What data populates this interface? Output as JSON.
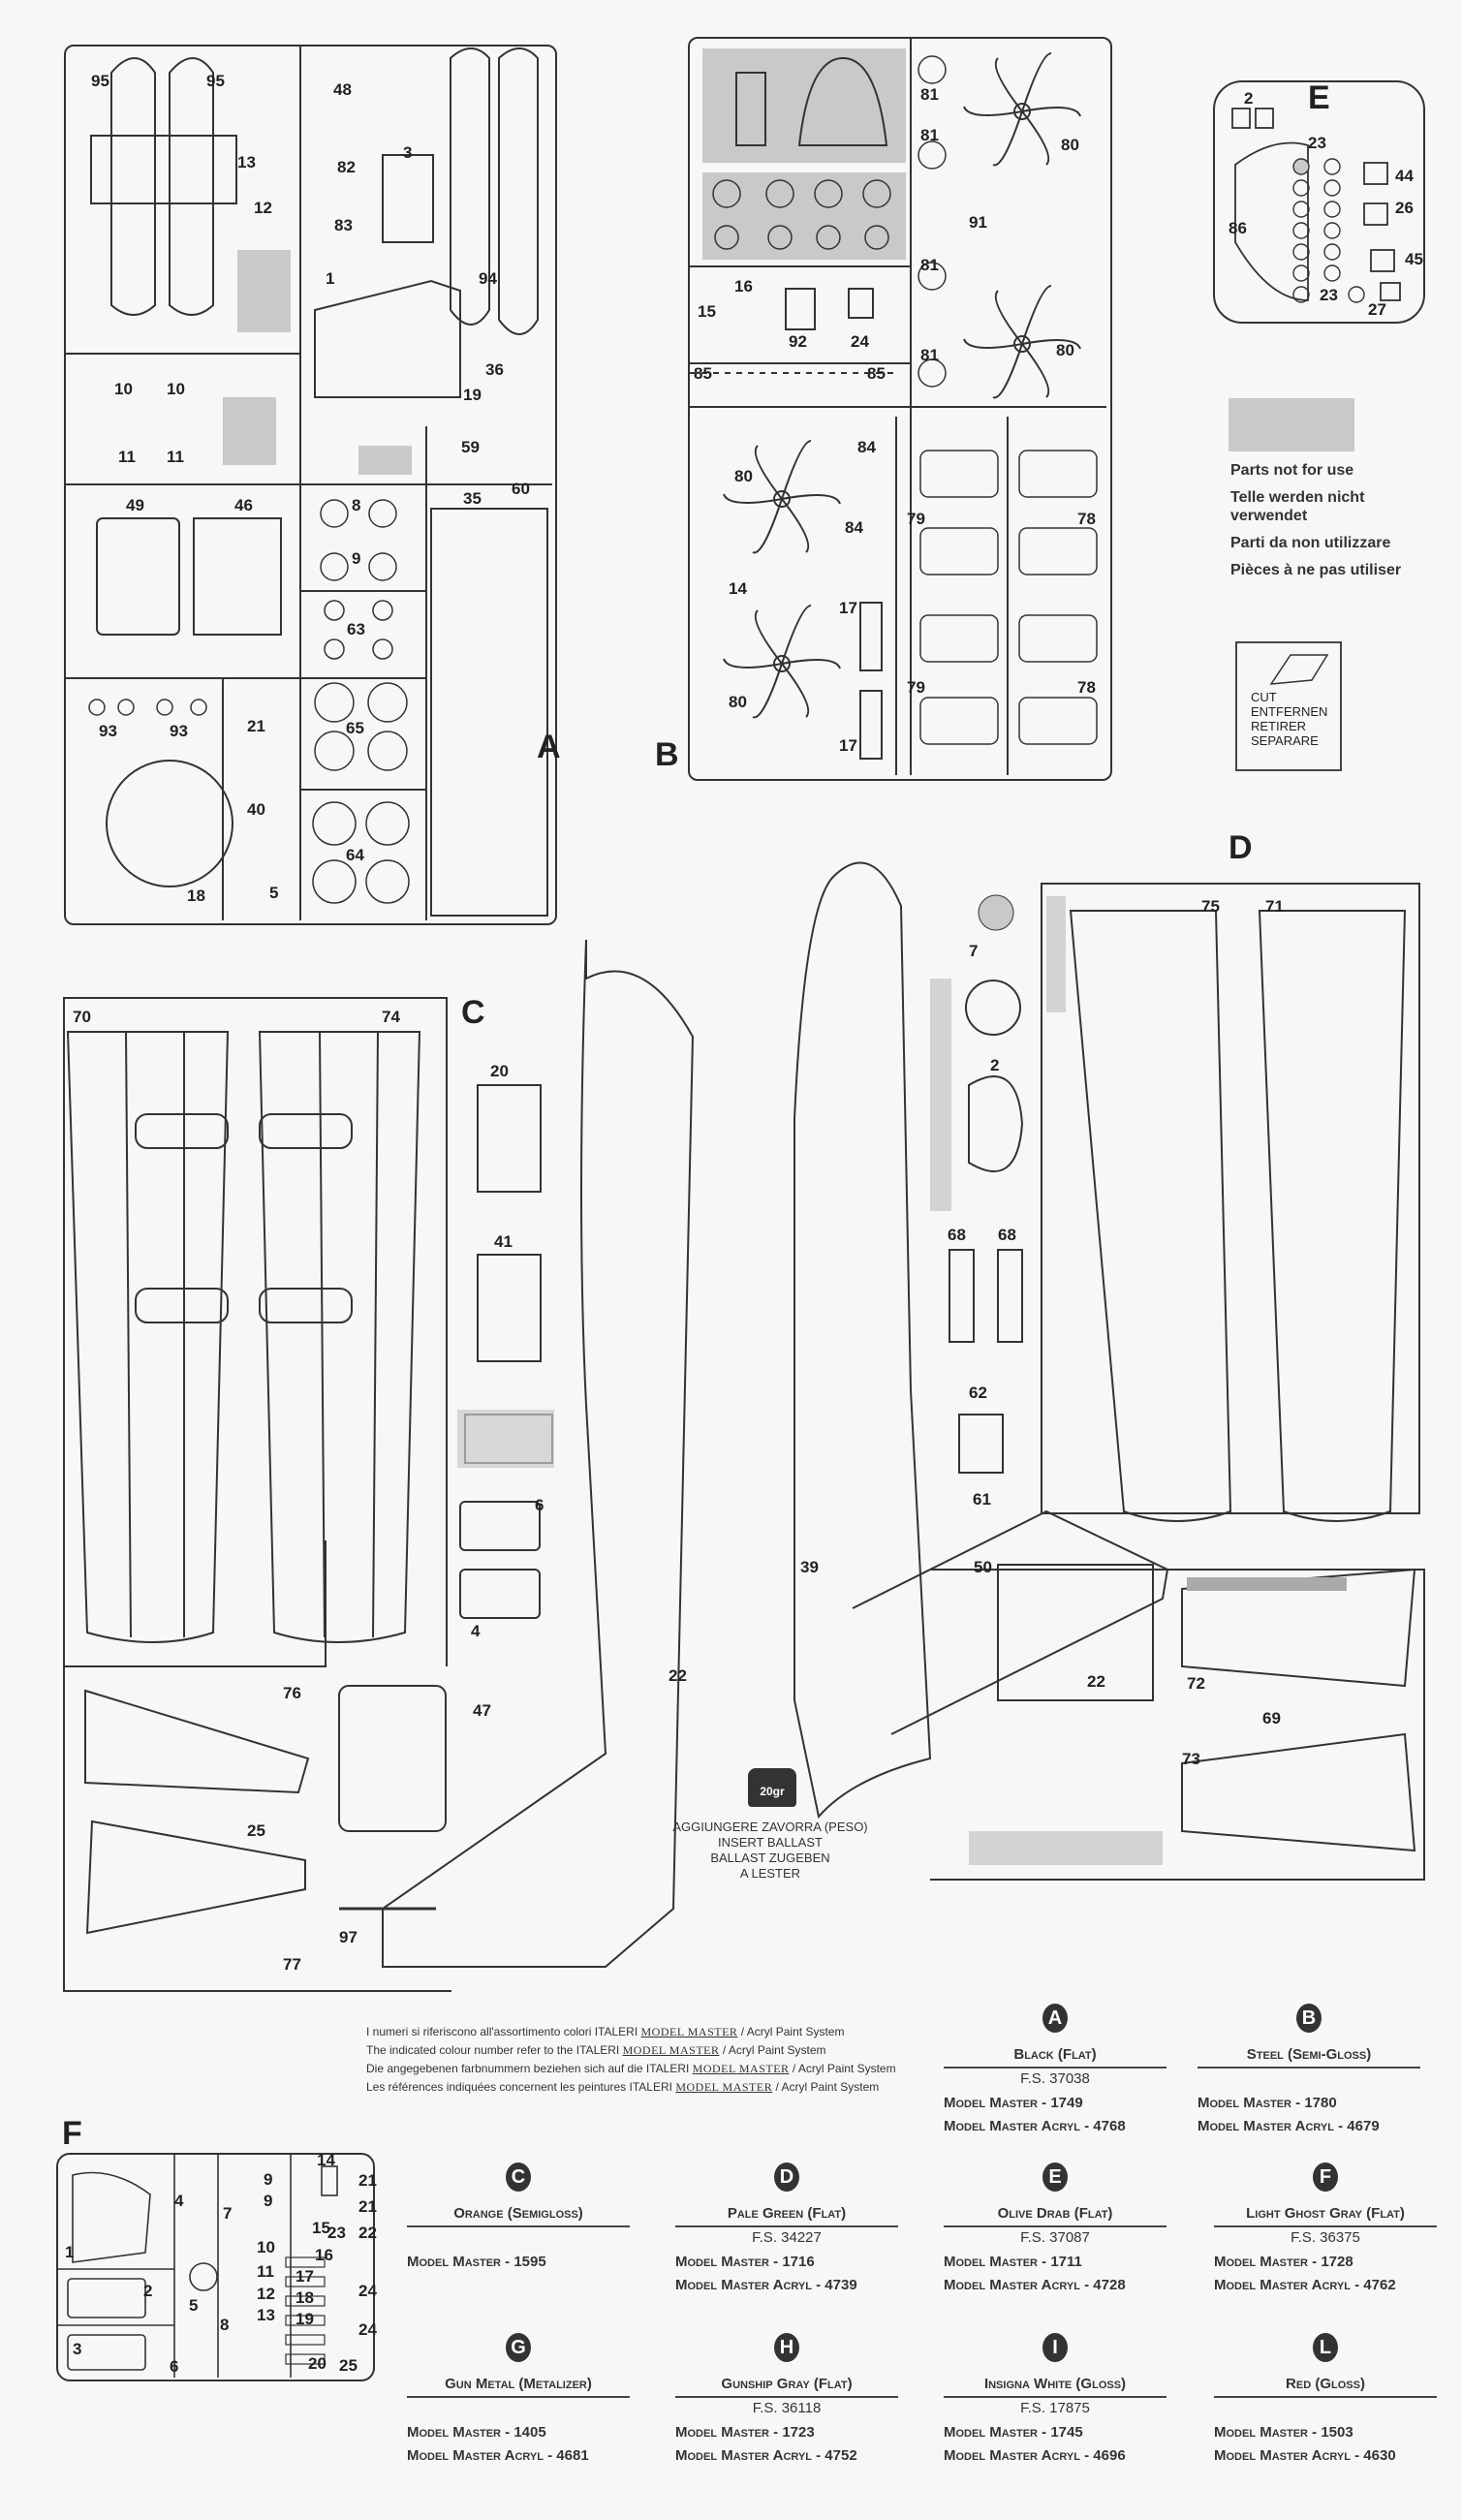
{
  "sprues": {
    "A": {
      "label": "A",
      "parts": [
        "95",
        "95",
        "13",
        "12",
        "48",
        "82",
        "3",
        "83",
        "1",
        "94",
        "36",
        "19",
        "10",
        "10",
        "11",
        "11",
        "59",
        "60",
        "35",
        "49",
        "46",
        "8",
        "9",
        "63",
        "65",
        "64",
        "93",
        "93",
        "21",
        "40",
        "5",
        "18"
      ]
    },
    "B": {
      "label": "B",
      "parts": [
        "81",
        "80",
        "81",
        "91",
        "15",
        "16",
        "92",
        "24",
        "81",
        "80",
        "81",
        "85",
        "85",
        "84",
        "84",
        "80",
        "14",
        "17",
        "79",
        "78",
        "79",
        "78",
        "80",
        "17"
      ]
    },
    "C": {
      "label": "C",
      "parts": [
        "70",
        "74",
        "20",
        "41",
        "6",
        "4",
        "76",
        "25",
        "77",
        "47",
        "22",
        "97"
      ]
    },
    "D": {
      "label": "D",
      "parts": [
        "75",
        "71",
        "7",
        "2",
        "68",
        "68",
        "62",
        "61",
        "39",
        "50",
        "22",
        "72",
        "69",
        "73"
      ]
    },
    "E": {
      "label": "E",
      "parts": [
        "2",
        "23",
        "44",
        "26",
        "86",
        "45",
        "23",
        "27"
      ]
    },
    "F": {
      "label": "F",
      "parts": [
        "14",
        "21",
        "4",
        "7",
        "9",
        "9",
        "21",
        "23",
        "22",
        "1",
        "10",
        "15",
        "16",
        "11",
        "12",
        "13",
        "17",
        "18",
        "19",
        "20",
        "24",
        "24",
        "2",
        "5",
        "8",
        "3",
        "6",
        "25"
      ]
    }
  },
  "legend": {
    "not_for_use": [
      "Parts not for use",
      "Telle werden nicht verwendet",
      "Parti da non utilizzare",
      "Pièces à ne pas utiliser"
    ],
    "cut": [
      "CUT",
      "ENTFERNEN",
      "RETIRER",
      "SEPARARE"
    ]
  },
  "ballast": {
    "weight": "20gr",
    "lines": [
      "AGGIUNGERE ZAVORRA (PESO)",
      "INSERT BALLAST",
      "BALLAST ZUGEBEN",
      "A LESTER"
    ]
  },
  "color_reference": {
    "brand": "MODEL MASTER",
    "lines": [
      {
        "pre": "I numeri si riferiscono all'assortimento colori ITALERI",
        "post": "/ Acryl Paint System"
      },
      {
        "pre": "The indicated colour number refer to the ITALERI",
        "post": "/ Acryl Paint System"
      },
      {
        "pre": "Die angegebenen farbnummern beziehen sich auf die ITALERI",
        "post": "/ Acryl Paint System"
      },
      {
        "pre": "Les références indiquées concernent les peintures ITALERI",
        "post": "/ Acryl Paint System"
      }
    ]
  },
  "colors": [
    {
      "letter": "A",
      "name": "Black (Flat)",
      "fs": "F.S. 37038",
      "mm": "Model Master - 1749",
      "mma": "Model Master Acryl - 4768"
    },
    {
      "letter": "B",
      "name": "Steel (Semi-Gloss)",
      "fs": "",
      "mm": "Model Master - 1780",
      "mma": "Model Master Acryl - 4679"
    },
    {
      "letter": "C",
      "name": "Orange (Semigloss)",
      "fs": "",
      "mm": "Model Master - 1595",
      "mma": ""
    },
    {
      "letter": "D",
      "name": "Pale Green (Flat)",
      "fs": "F.S. 34227",
      "mm": "Model Master - 1716",
      "mma": "Model Master Acryl - 4739"
    },
    {
      "letter": "E",
      "name": "Olive Drab (Flat)",
      "fs": "F.S. 37087",
      "mm": "Model Master - 1711",
      "mma": "Model Master Acryl - 4728"
    },
    {
      "letter": "F",
      "name": "Light Ghost Gray (Flat)",
      "fs": "F.S. 36375",
      "mm": "Model Master - 1728",
      "mma": "Model Master Acryl - 4762"
    },
    {
      "letter": "G",
      "name": "Gun Metal (Metalizer)",
      "fs": "",
      "mm": "Model Master - 1405",
      "mma": "Model Master Acryl - 4681"
    },
    {
      "letter": "H",
      "name": "Gunship Gray (Flat)",
      "fs": "F.S. 36118",
      "mm": "Model Master - 1723",
      "mma": "Model Master Acryl - 4752"
    },
    {
      "letter": "I",
      "name": "Insigna White (Gloss)",
      "fs": "F.S. 17875",
      "mm": "Model Master - 1745",
      "mma": "Model Master Acryl - 4696"
    },
    {
      "letter": "L",
      "name": "Red (Gloss)",
      "fs": "",
      "mm": "Model Master - 1503",
      "mma": "Model Master Acryl - 4630"
    }
  ],
  "palette": {
    "ink": "#222222",
    "paper": "#f7f7f5",
    "unused_grey": "#c9c9c9"
  }
}
